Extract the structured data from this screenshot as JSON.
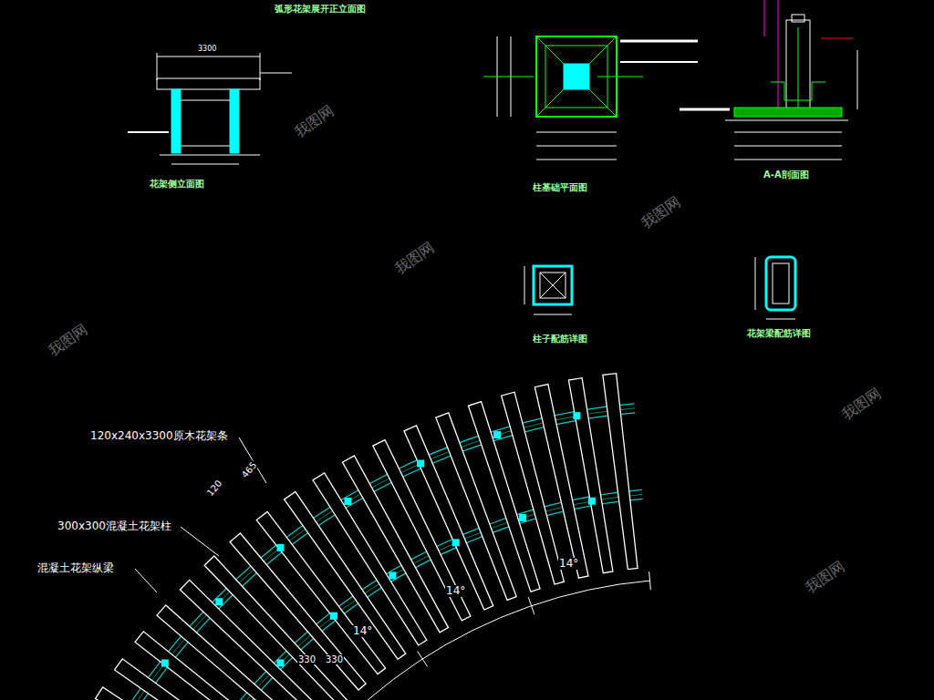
{
  "diagram": {
    "labels": [
      "弧形花架展开正立面图",
      "花架侧立面图",
      "柱基础平面图",
      "A-A剖面图",
      "柱子配筋详图",
      "花架梁配筋详图",
      "120x240x3300原木花架条",
      "300x300混凝土花架柱",
      "混凝土花架纵梁",
      "14°",
      "14°",
      "14°",
      "330",
      "330",
      "120",
      "465",
      "3300",
      "我图网",
      "我图网",
      "我图网",
      "我图网",
      "我图网",
      "我图网"
    ]
  }
}
